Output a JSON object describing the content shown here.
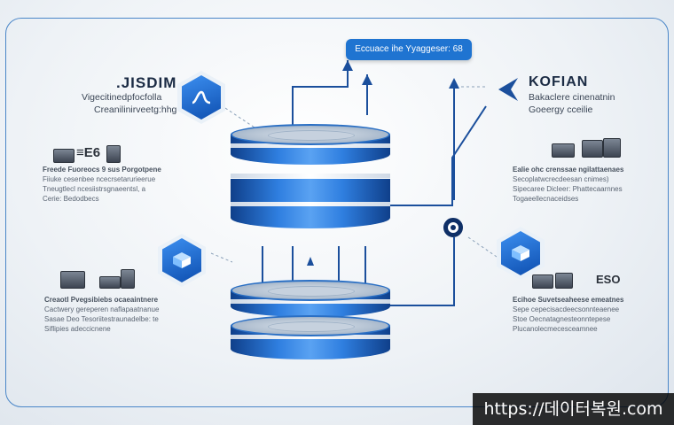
{
  "header_button": "Eccuace ihe Yyaggeser: 68",
  "left_panel": {
    "title": ".JISDIM",
    "subtitle_1": "Vigecitinedpfocfolla",
    "subtitle_2": "Creanilinirveetg:hhg",
    "block_1": {
      "code": "≡E6",
      "lines": [
        "Freede Fuoreocs 9 sus Porgotpene",
        "Fiiuke cesenbee ncecrsetarurieerue",
        "Tneugtlecl ncesiistrsgnaeentsl, a",
        "Cerie: Bedodbecs"
      ]
    },
    "block_2": {
      "lines": [
        "Creaotl Pvegsibiebs ocaeaintnere",
        "Cactwery gereperen naflapaatnanue",
        "Sasae Deo Tesoriitestraunadelbe: te",
        "Siflipies adeccicnene"
      ]
    }
  },
  "right_panel": {
    "title": "KOFIAN",
    "subtitle_1": "Bakaclere cinenatnin",
    "subtitle_2": "Goeergy cceilie",
    "block_1": {
      "lines": [
        "Ealie ohc crenssae ngilattaenaes",
        "Secoplatwcrecdeesan cnimes)",
        "Sipecaree Dicleer: Phattecaarnnes",
        "Togaeellecnaceidses"
      ]
    },
    "block_2": {
      "code": "ESO",
      "lines": [
        "Ecihoe Suvetseaheese emeatnes",
        "Sepe cepecisacdeecsonnteaenee",
        "Stoe Oecnatagnesteonntepese",
        "Plucanolecmecesceamnee"
      ]
    }
  },
  "watermark": "https://데이터복원.com",
  "colors": {
    "accent": "#1f74d1",
    "dark_blue": "#0f2f66",
    "frame": "#4a86c8"
  },
  "icons": {
    "top_left_hex": "wave-icon",
    "mid_left_hex": "cube-icon",
    "right_hex": "cube-icon",
    "right_logo": "arrow-logo-icon"
  }
}
